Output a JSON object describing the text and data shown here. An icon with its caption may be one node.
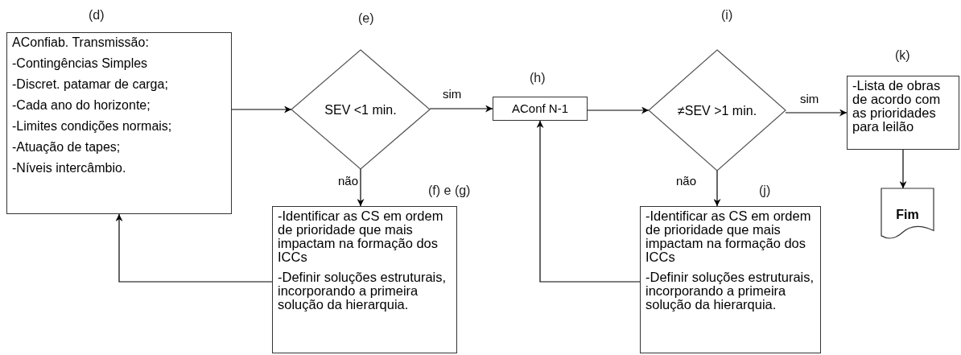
{
  "diagram": {
    "nodes": [
      {
        "text": [
          "AConfiab. Transmissão:",
          "-Contingências Simples",
          "-Discret. patamar de carga;",
          "-Cada ano do horizonte;",
          "-Limites condições normais;",
          "-Atuação de tapes;",
          "-Níveis intercâmbio."
        ],
        "beside": [
          "(d)"
        ]
      },
      {
        "text": [
          "SEV <1 min."
        ],
        "beside": [
          "(e)"
        ]
      },
      {
        "text": [
          "-Identificar as CS em ordem de prioridade que mais impactam na formação dos ICCs",
          "-Definir soluções estruturais, incorporando a primeira solução da hierarquia."
        ],
        "beside": [
          "(f) e (g)"
        ]
      },
      {
        "text": [
          "AConf N-1"
        ],
        "beside": [
          "(h)"
        ]
      },
      {
        "text": [
          "≠SEV >1 min."
        ],
        "beside": [
          "(i)"
        ]
      },
      {
        "text": [
          "-Identificar as CS em ordem de prioridade que mais impactam na formação dos ICCs",
          "-Definir soluções estruturais, incorporando a primeira solução da hierarquia."
        ],
        "beside": [
          "(j)"
        ]
      },
      {
        "text": [
          "-Lista de obras de acordo com as prioridades para leilão"
        ],
        "beside": [
          "(k)"
        ]
      },
      {
        "text": [
          "Fim"
        ]
      }
    ],
    "edges": [
      {
        "from": 0,
        "to": 1,
        "arrow": "to"
      },
      {
        "from": 1,
        "to": 3,
        "arrow": "to",
        "label": "sim"
      },
      {
        "from": 1,
        "to": 2,
        "arrow": "to",
        "label": "não"
      },
      {
        "from": 2,
        "to": 0,
        "arrow": "to"
      },
      {
        "from": 3,
        "to": 4,
        "arrow": "to"
      },
      {
        "from": 4,
        "to": 6,
        "arrow": "to",
        "label": "sim"
      },
      {
        "from": 4,
        "to": 5,
        "arrow": "to",
        "label": "não"
      },
      {
        "from": 5,
        "to": 3,
        "arrow": "to"
      },
      {
        "from": 6,
        "to": 7,
        "arrow": "to"
      }
    ]
  }
}
